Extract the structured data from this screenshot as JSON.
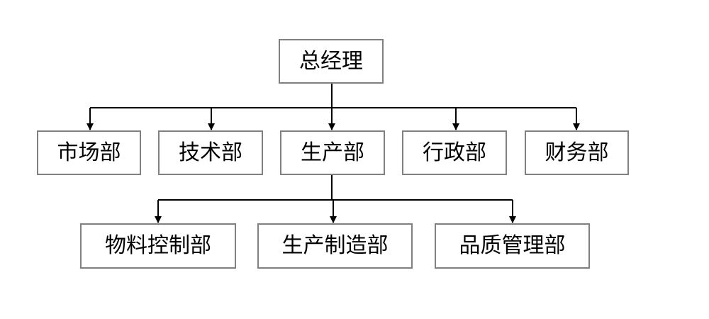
{
  "org": {
    "root": {
      "label": "总经理"
    },
    "departments": [
      {
        "label": "市场部"
      },
      {
        "label": "技术部"
      },
      {
        "label": "生产部"
      },
      {
        "label": "行政部"
      },
      {
        "label": "财务部"
      }
    ],
    "production_sub_departments": [
      {
        "label": "物料控制部"
      },
      {
        "label": "生产制造部"
      },
      {
        "label": "品质管理部"
      }
    ]
  },
  "colors": {
    "box_border": "#808080",
    "line": "#000000",
    "text": "#000000",
    "background": "#ffffff"
  }
}
